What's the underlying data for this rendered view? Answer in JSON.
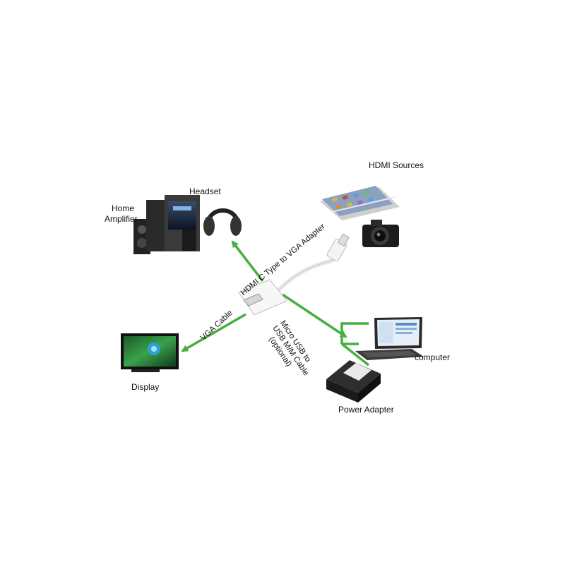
{
  "labels": {
    "hdmi_sources": "HDMI Sources",
    "headset": "Headset",
    "home": "Home",
    "amplifier": "Amplifier",
    "display": "Display",
    "computer": "computer",
    "power_adapter": "Power Adapter",
    "adapter_name": "HDMI C Type to VGA Adapter",
    "vga_cable": "VGA Cable",
    "micro_usb_line1": "Micro USB to",
    "micro_usb_line2": "USB M/M Cable",
    "micro_usb_line3": "(optional)"
  },
  "colors": {
    "arrow": "#46b03e",
    "text": "#111111",
    "background": "#ffffff"
  },
  "icons": [
    "home-amplifier-icon",
    "headset-icon",
    "tablet-icon",
    "camera-icon",
    "display-icon",
    "laptop-icon",
    "power-adapter-icon",
    "vga-adapter-icon"
  ]
}
